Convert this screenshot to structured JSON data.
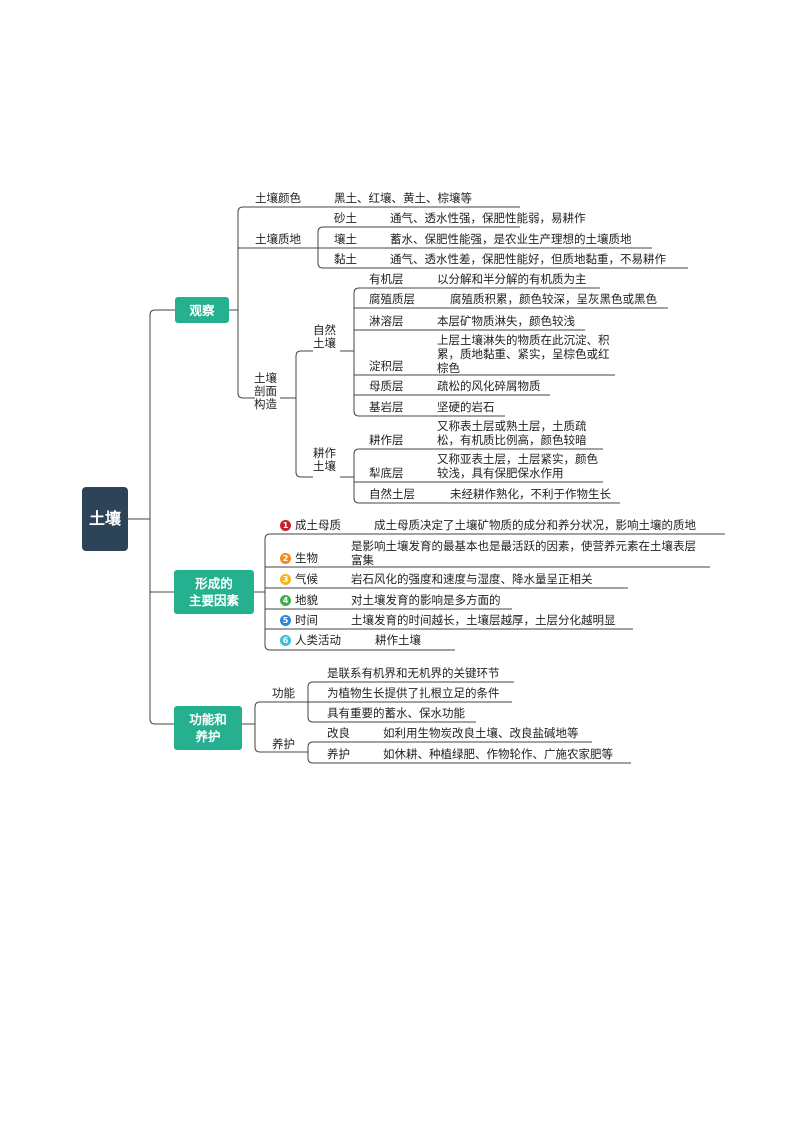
{
  "root": "土壤",
  "observe": {
    "label": "观察",
    "color": {
      "label": "土壤颜色",
      "desc": "黑土、红壤、黄土、棕壤等"
    },
    "texture": {
      "label": "土壤质地",
      "items": [
        {
          "name": "砂土",
          "desc": "通气、透水性强，保肥性能弱，易耕作"
        },
        {
          "name": "壤土",
          "desc": "蓄水、保肥性能强，是农业生产理想的土壤质地"
        },
        {
          "name": "黏土",
          "desc": "通气、透水性差，保肥性能好，但质地黏重，不易耕作"
        }
      ]
    },
    "profile": {
      "label_lines": [
        "土壤",
        "剖面",
        "构造"
      ],
      "natural": {
        "label_lines": [
          "自然",
          "土壤"
        ],
        "layers": [
          {
            "name": "有机层",
            "desc": "以分解和半分解的有机质为主"
          },
          {
            "name": "腐殖质层",
            "desc": "腐殖质积累，颜色较深，呈灰黑色或黑色"
          },
          {
            "name": "淋溶层",
            "desc": "本层矿物质淋失，颜色较浅"
          },
          {
            "name": "淀积层",
            "desc": "上层土壤淋失的物质在此沉淀、积累，质地黏重、紧实，呈棕色或红棕色"
          },
          {
            "name": "母质层",
            "desc": "疏松的风化碎屑物质"
          },
          {
            "name": "基岩层",
            "desc": "坚硬的岩石"
          }
        ]
      },
      "farmed": {
        "label_lines": [
          "耕作",
          "土壤"
        ],
        "layers": [
          {
            "name": "耕作层",
            "desc": "又称表土层或熟土层，土质疏松，有机质比例高，颜色较暗"
          },
          {
            "name": "犁底层",
            "desc": "又称亚表土层，土层紧实，颜色较浅，具有保肥保水作用"
          },
          {
            "name": "自然土层",
            "desc": "未经耕作熟化，不利于作物生长"
          }
        ]
      }
    }
  },
  "factors": {
    "label_lines": [
      "形成的",
      "主要因素"
    ],
    "items": [
      {
        "num": "1",
        "name": "成土母质",
        "desc": "成土母质决定了土壤矿物质的成分和养分状况，影响土壤的质地",
        "color": "#c8202c"
      },
      {
        "num": "2",
        "name": "生物",
        "desc": "是影响土壤发育的最基本也是最活跃的因素，使营养元素在土壤表层富集",
        "color": "#f08a24"
      },
      {
        "num": "3",
        "name": "气候",
        "desc": "岩石风化的强度和速度与湿度、降水量呈正相关",
        "color": "#f5b61a"
      },
      {
        "num": "4",
        "name": "地貌",
        "desc": "对土壤发育的影响是多方面的",
        "color": "#3fae49"
      },
      {
        "num": "5",
        "name": "时间",
        "desc": "土壤发育的时间越长，土壤层越厚，土层分化越明显",
        "color": "#2f86d6"
      },
      {
        "num": "6",
        "name": "人类活动",
        "desc": "耕作土壤",
        "color": "#3fbcd8"
      }
    ]
  },
  "function": {
    "label_lines": [
      "功能和",
      "养护"
    ],
    "func": {
      "label": "功能",
      "items": [
        "是联系有机界和无机界的关键环节",
        "为植物生长提供了扎根立足的条件",
        "具有重要的蓄水、保水功能"
      ]
    },
    "care": {
      "label": "养护",
      "items": [
        {
          "name": "改良",
          "desc": "如利用生物炭改良土壤、改良盐碱地等"
        },
        {
          "name": "养护",
          "desc": "如休耕、种植绿肥、作物轮作、广施农家肥等"
        }
      ]
    }
  },
  "colors": {
    "root": "#2d4358",
    "branch": "#25b08f",
    "line": "#444444"
  }
}
